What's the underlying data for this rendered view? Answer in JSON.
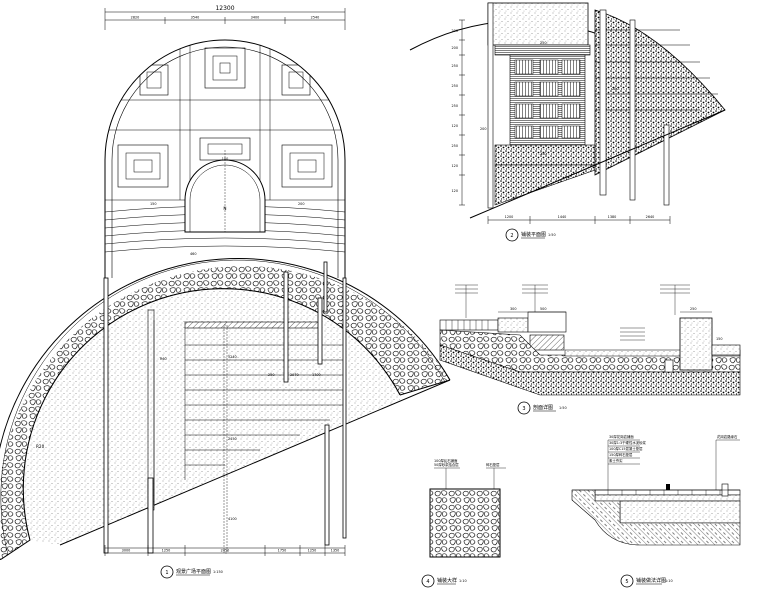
{
  "drawing_sheet": {
    "plan_1": {
      "top_total_dimension": "12300",
      "top_dimensions": [
        "2820",
        "3540",
        "3400",
        "2540"
      ],
      "bottom_dimensions": [
        "3000",
        "1250",
        "2450",
        "1750",
        "1250",
        "1350"
      ],
      "caption_number": "1",
      "caption_text": "观景广场平面图",
      "caption_scale": "1:150",
      "labels": [
        "N",
        "R20",
        "R60",
        "100",
        "150",
        "200",
        "250",
        "5240",
        "4100",
        "2070",
        "1700",
        "2450",
        "460"
      ]
    },
    "detail_2": {
      "caption_number": "2",
      "caption_text": "铺装平面图",
      "caption_scale": "1:50",
      "bottom_dimensions": [
        "1200",
        "1440",
        "1380",
        "2640"
      ],
      "side_dimensions": [
        "200",
        "200",
        "250",
        "250",
        "250",
        "120",
        "250",
        "120",
        "120",
        "200",
        "250",
        "250",
        "200"
      ]
    },
    "detail_3": {
      "caption_number": "3",
      "caption_text": "剖面详图",
      "caption_scale": "1:50",
      "notes": [
        "300",
        "500",
        "250",
        "150"
      ]
    },
    "detail_4": {
      "caption_number": "4",
      "caption_text": "铺装大样",
      "caption_scale": "1:10",
      "notes": [
        "100厚乱石铺面",
        "50厚砂浆结合层",
        "碎石垫层"
      ]
    },
    "detail_5": {
      "caption_number": "5",
      "caption_text": "铺装做法详图",
      "caption_scale": "1:10",
      "notes": [
        "30厚花岗岩铺面",
        "30厚1:3干硬性水泥砂浆",
        "100厚C15混凝土垫层",
        "150厚碎石垫层",
        "素土夯实",
        "花岗岩路缘石"
      ]
    }
  }
}
